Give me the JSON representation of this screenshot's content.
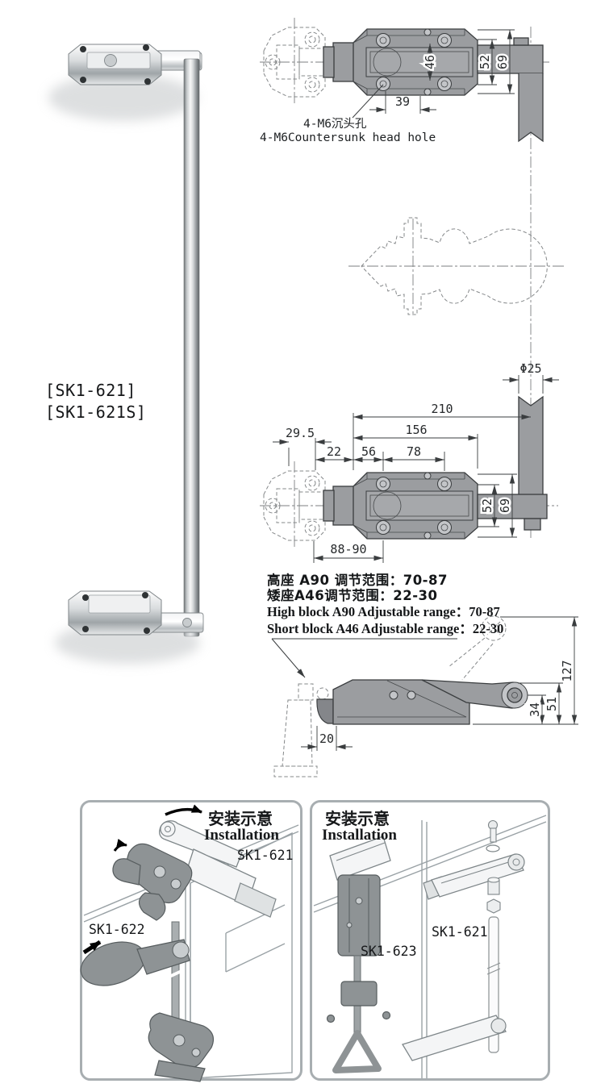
{
  "colors": {
    "part_gray": "#9b9da0",
    "line": "#3a3d3f",
    "phantom": "#85888a",
    "box_border": "#a8aeb1",
    "illustration_dark": "#8e9395"
  },
  "product": {
    "model_labels": [
      "[SK1-621]",
      "[SK1-621S]"
    ]
  },
  "top_drawing": {
    "dim_46": "46",
    "dim_52": "52",
    "dim_69": "69",
    "dim_39": "39",
    "hole_note_cn": "4-M6沉头孔",
    "hole_note_en": "4-M6Countersunk head hole"
  },
  "middle_drawing": {
    "dia_label": "Φ25"
  },
  "plan_drawing": {
    "dim_210": "210",
    "dim_156": "156",
    "dim_56": "56",
    "dim_78": "78",
    "dim_22": "22",
    "dim_29_5": "29.5",
    "dim_52": "52",
    "dim_69": "69",
    "dim_88_90": "88-90"
  },
  "side_drawing": {
    "dim_127": "127",
    "dim_51": "51",
    "dim_34": "34",
    "dim_20": "20"
  },
  "notes": {
    "cn_line1": "高座 A90 调节范围：70-87",
    "cn_line2": "矮座A46调节范围：22-30",
    "en_line1": "High block A90 Adjustable range：70-87",
    "en_line2": "Short block A46 Adjustable range：22-30"
  },
  "install_left": {
    "title_cn": "安装示意",
    "title_en": "Installation",
    "label_sk1_621": "SK1-621",
    "label_sk1_622": "SK1-622"
  },
  "install_right": {
    "title_cn": "安装示意",
    "title_en": "Installation",
    "label_sk1_621": "SK1-621",
    "label_sk1_623": "SK1-623"
  }
}
